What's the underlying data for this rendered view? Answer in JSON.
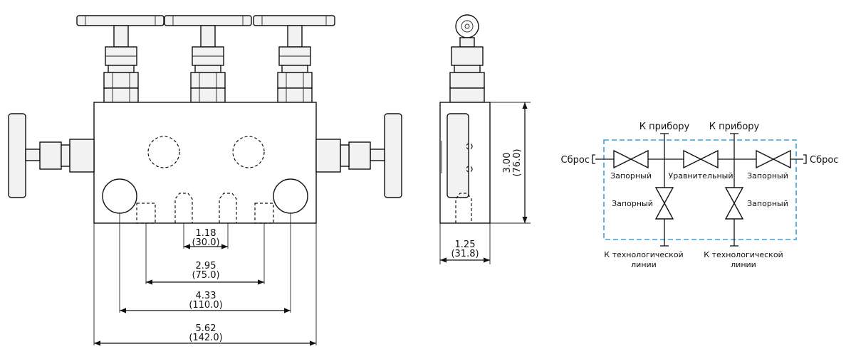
{
  "front_view": {
    "dimensions": [
      {
        "in": "1.18",
        "mm": "(30.0)"
      },
      {
        "in": "2.95",
        "mm": "(75.0)"
      },
      {
        "in": "4.33",
        "mm": "(110.0)"
      },
      {
        "in": "5.62",
        "mm": "(142.0)"
      }
    ]
  },
  "side_view": {
    "height": {
      "in": "3.00",
      "mm": "(76.0)"
    },
    "width": {
      "in": "1.25",
      "mm": "(31.8)"
    }
  },
  "schematic": {
    "top_left": "К прибору",
    "top_right": "К прибору",
    "drain_left": "Сброс",
    "drain_right": "Сброс",
    "valve_left": "Запорный",
    "valve_center": "Уравнительный",
    "valve_right": "Запорный",
    "valve_lower_left": "Запорный",
    "valve_lower_right": "Запорный",
    "bottom_left_line1": "К технологической",
    "bottom_left_line2": "линии",
    "bottom_right_line1": "К технологической",
    "bottom_right_line2": "линии",
    "colors": {
      "frame": "#3a9fd6",
      "line": "#111111"
    }
  }
}
